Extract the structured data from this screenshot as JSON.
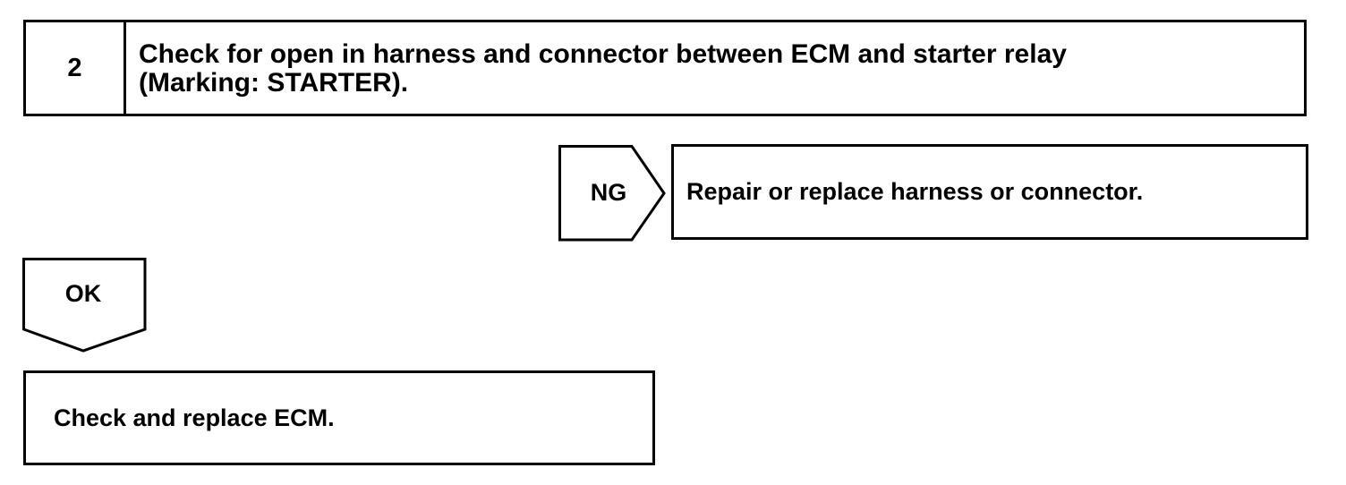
{
  "step": {
    "number": "2",
    "title_line1": "Check for open in harness and connector between ECM and starter relay",
    "title_line2": "(Marking: STARTER)."
  },
  "ng_branch": {
    "label": "NG",
    "action": "Repair or replace harness or connector."
  },
  "ok_branch": {
    "label": "OK",
    "action": "Check and replace ECM."
  }
}
